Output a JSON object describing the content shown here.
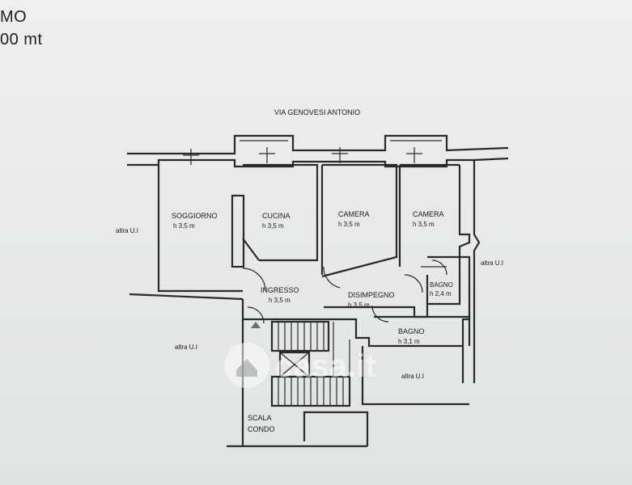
{
  "header": {
    "line1": "MO",
    "line2": "00 mt"
  },
  "plan": {
    "street": "VIA GENOVESI ANTONIO",
    "rooms": [
      {
        "name": "SOGGIORNO",
        "height": "h 3,5 m"
      },
      {
        "name": "CUCINA",
        "height": "h 3,5 m"
      },
      {
        "name": "CAMERA",
        "height": "h 3,5 m"
      },
      {
        "name": "CAMERA",
        "height": "h 3,5 m"
      },
      {
        "name": "INGRESSO",
        "height": "h 3,5 m"
      },
      {
        "name": "DISIMPEGNO",
        "height": "h 3,5 m"
      },
      {
        "name": "BAGNO",
        "height": "h 2,4 m"
      },
      {
        "name": "BAGNO",
        "height": "h 3,1 m"
      }
    ],
    "neighbors": [
      "altra U.I",
      "altra U.I",
      "altra U.I",
      "altra U.I"
    ],
    "stair": {
      "line1": "SCALA",
      "line2": "CONDO"
    }
  },
  "watermark": {
    "text": "casa.it"
  }
}
